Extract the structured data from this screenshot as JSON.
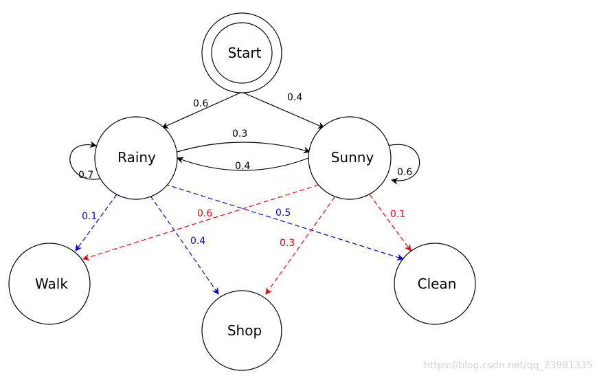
{
  "colors": {
    "transition": "#000000",
    "rainy_emission": "#0000ff",
    "sunny_emission": "#ff0000",
    "watermark": "#d4d4d4"
  },
  "nodes": {
    "start": "Start",
    "rainy": "Rainy",
    "sunny": "Sunny",
    "walk": "Walk",
    "shop": "Shop",
    "clean": "Clean"
  },
  "edges": [
    {
      "id": "start-rainy",
      "from": "Start",
      "to": "Rainy",
      "label": "0.6",
      "kind": "transition"
    },
    {
      "id": "start-sunny",
      "from": "Start",
      "to": "Sunny",
      "label": "0.4",
      "kind": "transition"
    },
    {
      "id": "rainy-sunny",
      "from": "Rainy",
      "to": "Sunny",
      "label": "0.3",
      "kind": "transition"
    },
    {
      "id": "sunny-rainy",
      "from": "Sunny",
      "to": "Rainy",
      "label": "0.4",
      "kind": "transition"
    },
    {
      "id": "rainy-rainy",
      "from": "Rainy",
      "to": "Rainy",
      "label": "0.7",
      "kind": "transition"
    },
    {
      "id": "sunny-sunny",
      "from": "Sunny",
      "to": "Sunny",
      "label": "0.6",
      "kind": "transition"
    },
    {
      "id": "rainy-walk",
      "from": "Rainy",
      "to": "Walk",
      "label": "0.1",
      "kind": "emission"
    },
    {
      "id": "rainy-shop",
      "from": "Rainy",
      "to": "Shop",
      "label": "0.4",
      "kind": "emission"
    },
    {
      "id": "rainy-clean",
      "from": "Rainy",
      "to": "Clean",
      "label": "0.5",
      "kind": "emission"
    },
    {
      "id": "sunny-walk",
      "from": "Sunny",
      "to": "Walk",
      "label": "0.6",
      "kind": "emission"
    },
    {
      "id": "sunny-shop",
      "from": "Sunny",
      "to": "Shop",
      "label": "0.3",
      "kind": "emission"
    },
    {
      "id": "sunny-clean",
      "from": "Sunny",
      "to": "Clean",
      "label": "0.1",
      "kind": "emission"
    }
  ],
  "watermark": "https://blog.csdn.net/qq_23981335"
}
